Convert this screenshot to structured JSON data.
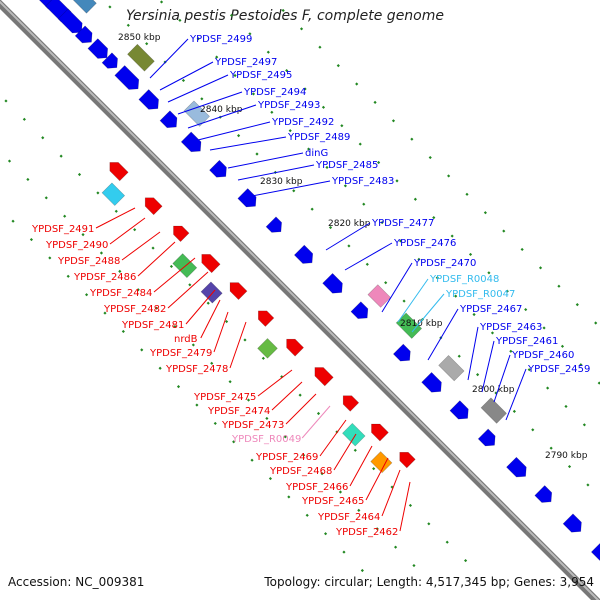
{
  "title": "Yersinia pestis Pestoides F, complete genome",
  "accession": "Accession: NC_009381",
  "summary": "Topology: circular; Length: 4,517,345 bp; Genes: 3,954",
  "colors": {
    "forward": "#0000ee",
    "reverse": "#ee0000",
    "rna_forward": "#33bbee",
    "rna_reverse": "#ee88bb",
    "backbone": "#888888",
    "tick": "#228822"
  },
  "kbp_ticks": [
    "2850 kbp",
    "2840 kbp",
    "2830 kbp",
    "2820 kbp",
    "2810 kbp",
    "2800 kbp",
    "2790 kbp"
  ],
  "upper_labels": [
    "YPDSF_2499",
    "YPDSF_2497",
    "YPDSF_2495",
    "YPDSF_2494",
    "YPDSF_2493",
    "YPDSF_2492",
    "YPDSF_2489",
    "dinG",
    "YPDSF_2485",
    "YPDSF_2483",
    "YPDSF_2477",
    "YPDSF_2476",
    "YPDSF_2470",
    "YPDSF_R0048",
    "YPDSF_R0047",
    "YPDSF_2467",
    "YPDSF_2463",
    "YPDSF_2461",
    "YPDSF_2460",
    "YPDSF_2459"
  ],
  "lower_labels": [
    "YPDSF_2491",
    "YPDSF_2490",
    "YPDSF_2488",
    "YPDSF_2486",
    "YPDSF_2484",
    "YPDSF_2482",
    "YPDSF_2481",
    "nrdB",
    "YPDSF_2479",
    "YPDSF_2478",
    "YPDSF_2475",
    "YPDSF_2474",
    "YPDSF_2473",
    "YPDSF_R0049",
    "YPDSF_2469",
    "YPDSF_2468",
    "YPDSF_2466",
    "YPDSF_2465",
    "YPDSF_2464",
    "YPDSF_2462"
  ]
}
